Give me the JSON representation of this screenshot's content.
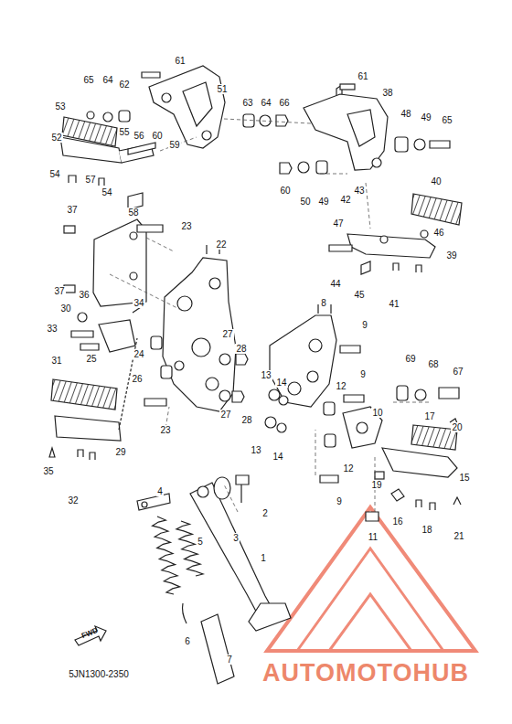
{
  "diagram": {
    "labels": [
      "61",
      "65",
      "64",
      "62",
      "51",
      "53",
      "55",
      "56",
      "60",
      "52",
      "59",
      "54",
      "57",
      "54",
      "58",
      "63",
      "64",
      "66",
      "61",
      "38",
      "48",
      "49",
      "65",
      "60",
      "50",
      "49",
      "43",
      "42",
      "40",
      "47",
      "46",
      "39",
      "44",
      "45",
      "41",
      "37",
      "23",
      "22",
      "37",
      "36",
      "34",
      "30",
      "33",
      "24",
      "25",
      "26",
      "27",
      "28",
      "31",
      "27",
      "28",
      "23",
      "29",
      "35",
      "32",
      "8",
      "9",
      "9",
      "13",
      "14",
      "12",
      "69",
      "68",
      "67",
      "10",
      "17",
      "13",
      "14",
      "12",
      "20",
      "15",
      "19",
      "9",
      "11",
      "16",
      "18",
      "21",
      "4",
      "2",
      "3",
      "5",
      "1",
      "6",
      "7",
      "FWD",
      "5JN1300-2350",
      "AUTOMOTOHUB"
    ]
  }
}
